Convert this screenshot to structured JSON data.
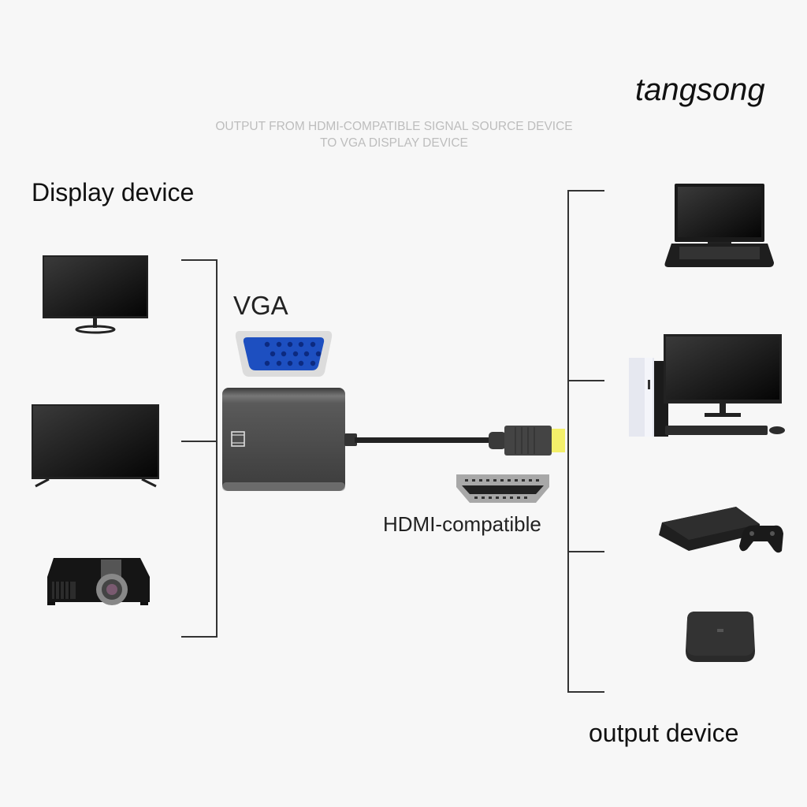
{
  "brand": "tangsong",
  "subtitle": {
    "line1": "OUTPUT FROM HDMI-COMPATIBLE SIGNAL SOURCE DEVICE",
    "line2": "TO VGA DISPLAY DEVICE"
  },
  "left_group": {
    "title": "Display device",
    "devices": [
      {
        "name": "monitor",
        "icon": "monitor-icon"
      },
      {
        "name": "tv",
        "icon": "tv-icon"
      },
      {
        "name": "projector",
        "icon": "projector-icon"
      }
    ]
  },
  "right_group": {
    "title": "output device",
    "devices": [
      {
        "name": "laptop",
        "icon": "laptop-icon"
      },
      {
        "name": "desktop pc",
        "icon": "desktop-pc-icon"
      },
      {
        "name": "game console",
        "icon": "game-console-icon"
      },
      {
        "name": "tv box",
        "icon": "tv-box-icon"
      }
    ]
  },
  "adapter": {
    "vga_label": "VGA",
    "hdmi_label": "HDMI-compatible"
  },
  "colors": {
    "vga_blue": "#1d4fc0",
    "hdmi_tip": "#f3ef6a",
    "adapter_body": "#505050",
    "line": "#333333"
  }
}
